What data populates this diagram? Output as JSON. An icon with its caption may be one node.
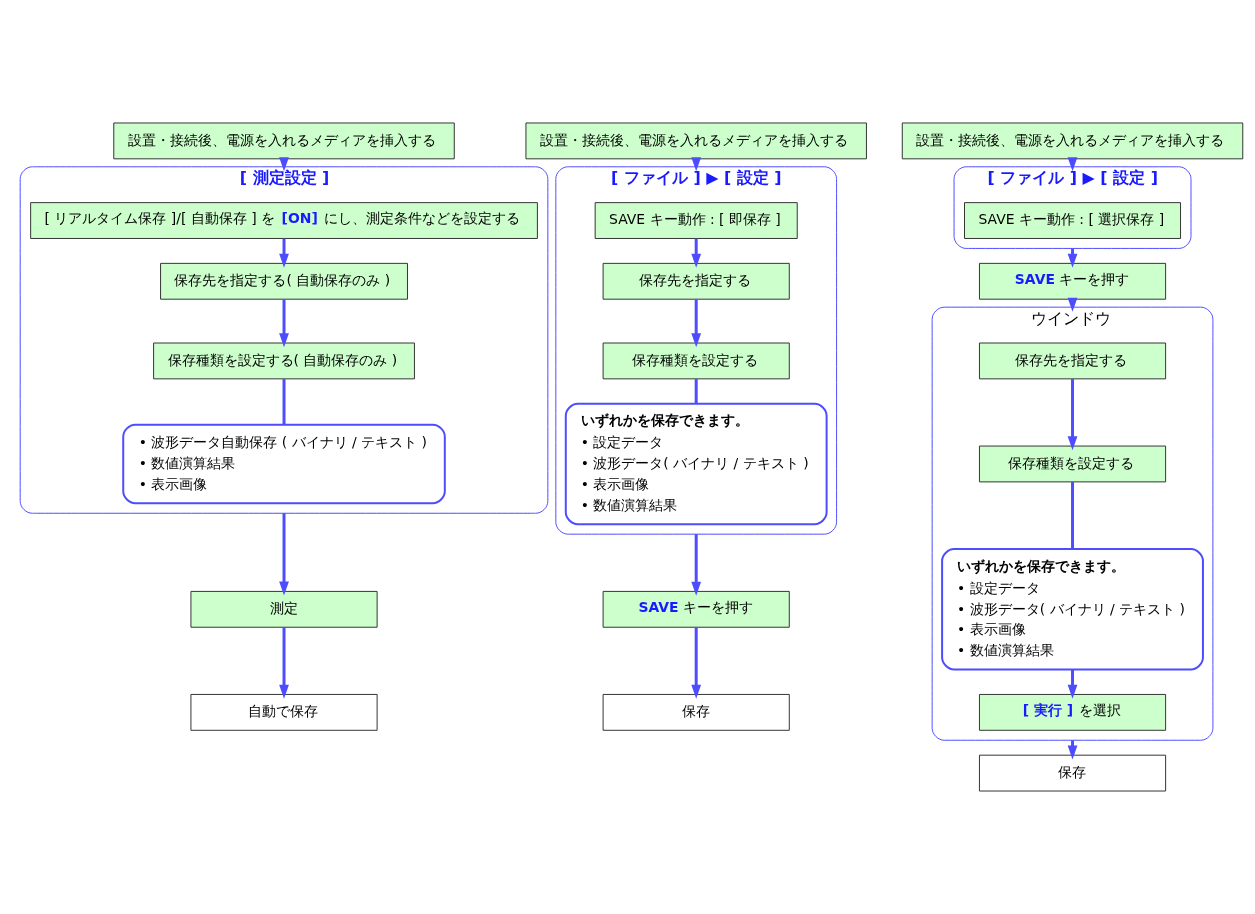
{
  "diagram": {
    "nodes": [
      {
        "text": [
          "設置・接続後、電源を入れるメディアを挿入する"
        ]
      },
      {
        "text": [
          "[ 測定設定 ]"
        ]
      },
      {
        "text": [
          "[ リアルタイム保存 ]/[ 自動保存 ] を **[ON]** にし、測定条件などを設定する"
        ],
        "in": 1
      },
      {
        "text": [
          "保存先を指定する( 自動保存のみ )"
        ],
        "in": 1
      },
      {
        "text": [
          "保存種類を設定する( 自動保存のみ )"
        ],
        "in": 1
      },
      {
        "text": [
          "• 波形データ自動保存 ( バイナリ / テキスト )",
          "• 数値演算結果",
          "• 表示画像"
        ],
        "in": 1
      },
      {
        "text": [
          "測定"
        ]
      },
      {
        "text": [
          "自動で保存"
        ]
      },
      {
        "text": [
          "設置・接続後、電源を入れるメディアを挿入する"
        ]
      },
      {
        "text": [
          "[ ファイル ] ▶ [ 設定 ]"
        ]
      },
      {
        "text": [
          "SAVE キー動作 : [ 即保存 ]"
        ],
        "in": 9
      },
      {
        "text": [
          "保存先を指定する"
        ],
        "in": 9
      },
      {
        "text": [
          "保存種類を設定する"
        ],
        "in": 9
      },
      {
        "text": [
          "いずれかを保存できます。",
          "• 設定データ",
          "• 波形データ( バイナリ / テキスト )",
          "• 表示画像",
          "• 数値演算結果"
        ],
        "in": 9
      },
      {
        "text": [
          "**SAVE** キーを押す"
        ]
      },
      {
        "text": [
          "保存"
        ]
      },
      {
        "text": [
          "設置・接続後、電源を入れるメディアを挿入する"
        ]
      },
      {
        "text": [
          "[ ファイル ] ▶ [ 設定 ]"
        ]
      },
      {
        "text": [
          "SAVE キー動作 : [ 選択保存 ]"
        ],
        "in": 17
      },
      {
        "text": [
          "**SAVE** キーを押す"
        ]
      },
      {
        "text": [
          "ウインドウ"
        ]
      },
      {
        "text": [
          "保存先を指定する"
        ],
        "in": 20
      },
      {
        "text": [
          "保存種類を設定する"
        ],
        "in": 20
      },
      {
        "text": [
          "いずれかを保存できます。",
          "• 設定データ",
          "• 波形データ( バイナリ / テキスト )",
          "• 表示画像",
          "• 数値演算結果"
        ],
        "in": 20
      },
      {
        "text": [
          "**[ 実行 ]** を選択"
        ],
        "in": 20
      },
      {
        "text": [
          "保存"
        ]
      }
    ],
    "edges": [
      {
        "from": 0,
        "to": 1,
        "arrow": "to"
      },
      {
        "from": 2,
        "to": 3,
        "arrow": "to"
      },
      {
        "from": 3,
        "to": 4,
        "arrow": "to"
      },
      {
        "from": 4,
        "to": 5,
        "arrow": "none"
      },
      {
        "from": 1,
        "to": 6,
        "arrow": "to"
      },
      {
        "from": 6,
        "to": 7,
        "arrow": "to"
      },
      {
        "from": 8,
        "to": 9,
        "arrow": "to"
      },
      {
        "from": 10,
        "to": 11,
        "arrow": "to"
      },
      {
        "from": 11,
        "to": 12,
        "arrow": "to"
      },
      {
        "from": 12,
        "to": 13,
        "arrow": "none"
      },
      {
        "from": 9,
        "to": 14,
        "arrow": "to"
      },
      {
        "from": 14,
        "to": 15,
        "arrow": "to"
      },
      {
        "from": 16,
        "to": 17,
        "arrow": "to"
      },
      {
        "from": 17,
        "to": 19,
        "arrow": "to"
      },
      {
        "from": 19,
        "to": 20,
        "arrow": "to"
      },
      {
        "from": 21,
        "to": 22,
        "arrow": "to"
      },
      {
        "from": 22,
        "to": 23,
        "arrow": "none"
      },
      {
        "from": 23,
        "to": 24,
        "arrow": "to"
      },
      {
        "from": 20,
        "to": 25,
        "arrow": "to"
      }
    ]
  }
}
